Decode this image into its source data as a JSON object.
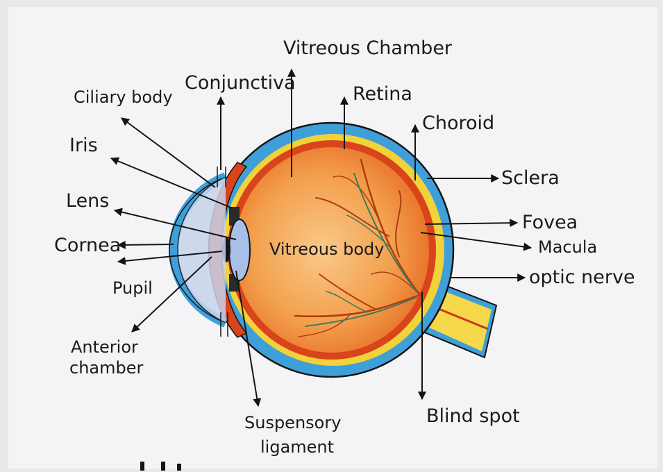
{
  "labels": {
    "vitreous_chamber": "Vitreous Chamber",
    "conjunctiva": "Conjunctiva",
    "retina": "Retina",
    "ciliary_body": "Ciliary body",
    "choroid": "Choroid",
    "iris": "Iris",
    "sclera": "Sclera",
    "lens": "Lens",
    "fovea": "Fovea",
    "cornea": "Cornea",
    "macula": "Macula",
    "vitreous_body": "Vitreous body",
    "optic_nerve": "optic nerve",
    "pupil": "Pupil",
    "anterior_chamber_line1": "Anterior",
    "anterior_chamber_line2": "chamber",
    "blind_spot": "Blind spot",
    "suspensory_line1": "Suspensory",
    "suspensory_line2": "ligament"
  },
  "colors": {
    "background": "#f4f4f6",
    "sclera_blue": "#3f9fd8",
    "outline": "#141414",
    "choroid_yellow": "#f2d23a",
    "retina_red": "#d9441c",
    "vitreous_orange": "#f39c45",
    "optic_nerve_yellow": "#f5d94a",
    "vessel_red": "#b03a12",
    "vessel_green": "#3d7a5a",
    "lens_blue": "#a8c0e8",
    "cornea_blue": "#c8d4ec"
  }
}
